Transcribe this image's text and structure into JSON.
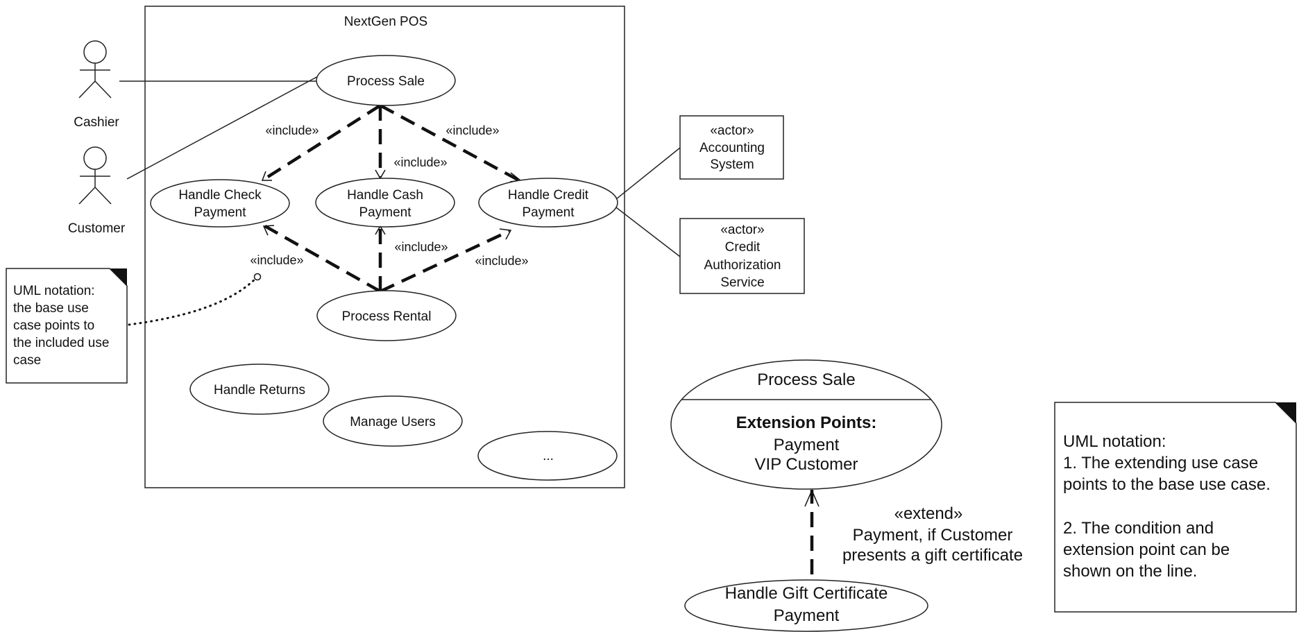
{
  "system": {
    "title": "NextGen POS"
  },
  "actors": {
    "cashier": "Cashier",
    "customer": "Customer",
    "accounting": [
      "«actor»",
      "Accounting",
      "System"
    ],
    "credit_auth": [
      "«actor»",
      "Credit",
      "Authorization",
      "Service"
    ]
  },
  "use_cases": {
    "process_sale": "Process Sale",
    "handle_check": [
      "Handle Check",
      "Payment"
    ],
    "handle_cash": [
      "Handle Cash",
      "Payment"
    ],
    "handle_credit": [
      "Handle Credit",
      "Payment"
    ],
    "process_rental": "Process Rental",
    "handle_returns": "Handle Returns",
    "manage_users": "Manage Users",
    "more": "..."
  },
  "relations": {
    "include": "«include»",
    "extend": "«extend»",
    "extend_condition": [
      "Payment, if Customer",
      "presents a gift certificate"
    ]
  },
  "note_include": [
    "UML notation:",
    "the base use",
    "case points to",
    "the included use",
    "case"
  ],
  "extension_example": {
    "base": "Process Sale",
    "points_header": "Extension Points:",
    "points": [
      "Payment",
      "VIP Customer"
    ],
    "extending": [
      "Handle Gift Certificate",
      "Payment"
    ]
  },
  "note_extend": [
    "UML notation:",
    "1. The extending use case",
    "points to the base use case.",
    "",
    "2. The condition and",
    "extension point can be",
    "shown on the line."
  ]
}
